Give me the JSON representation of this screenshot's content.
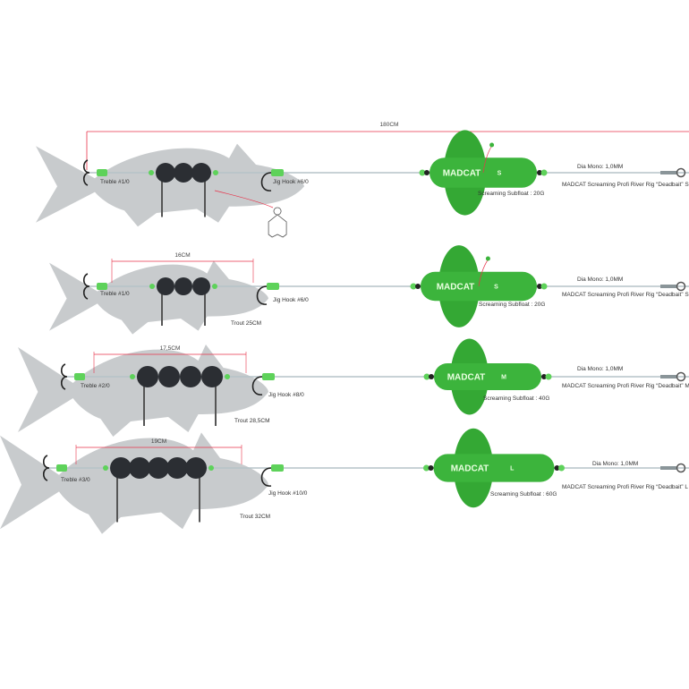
{
  "colors": {
    "fish": "#c8cbcd",
    "float": "#3cb43c",
    "bead": "#5ed25a",
    "weight": "#2b2e33",
    "measure": "#e8324a",
    "line": "#b5c3c8"
  },
  "top_measure": "180CM",
  "rigs": [
    {
      "size": "S",
      "treble": "Treble #1/0",
      "jig_hook": "Jig Hook #6/0",
      "trout": null,
      "measure": null,
      "weights": 3,
      "subfloat": "Screaming Subfloat : 20G",
      "mono": "Dia Mono: 1,0MM",
      "product": "MADCAT Screaming Profi River Rig “Deadbait” S /",
      "brand": "MADCAT"
    },
    {
      "size": "S",
      "treble": "Treble #1/0",
      "jig_hook": "Jig Hook #6/0",
      "trout": "Trout 25CM",
      "measure": "16CM",
      "weights": 3,
      "subfloat": "Screaming Subfloat : 20G",
      "mono": "Dia Mono: 1,0MM",
      "product": "MADCAT Screaming Profi River Rig “Deadbait” S /",
      "brand": "MADCAT"
    },
    {
      "size": "M",
      "treble": "Treble #2/0",
      "jig_hook": "Jig Hook #8/0",
      "trout": "Trout 28,5CM",
      "measure": "17,5CM",
      "weights": 4,
      "subfloat": "Screaming Subfloat : 40G",
      "mono": "Dia Mono: 1,0MM",
      "product": "MADCAT Screaming Profi River Rig “Deadbait” M /",
      "brand": "MADCAT"
    },
    {
      "size": "L",
      "treble": "Treble #3/0",
      "jig_hook": "Jig Hook #10/0",
      "trout": "Trout 32CM",
      "measure": "19CM",
      "weights": 5,
      "subfloat": "Screaming Subfloat : 60G",
      "mono": "Dia Mono: 1,0MM",
      "product": "MADCAT Screaming Profi River Rig “Deadbait” L /",
      "brand": "MADCAT"
    }
  ]
}
